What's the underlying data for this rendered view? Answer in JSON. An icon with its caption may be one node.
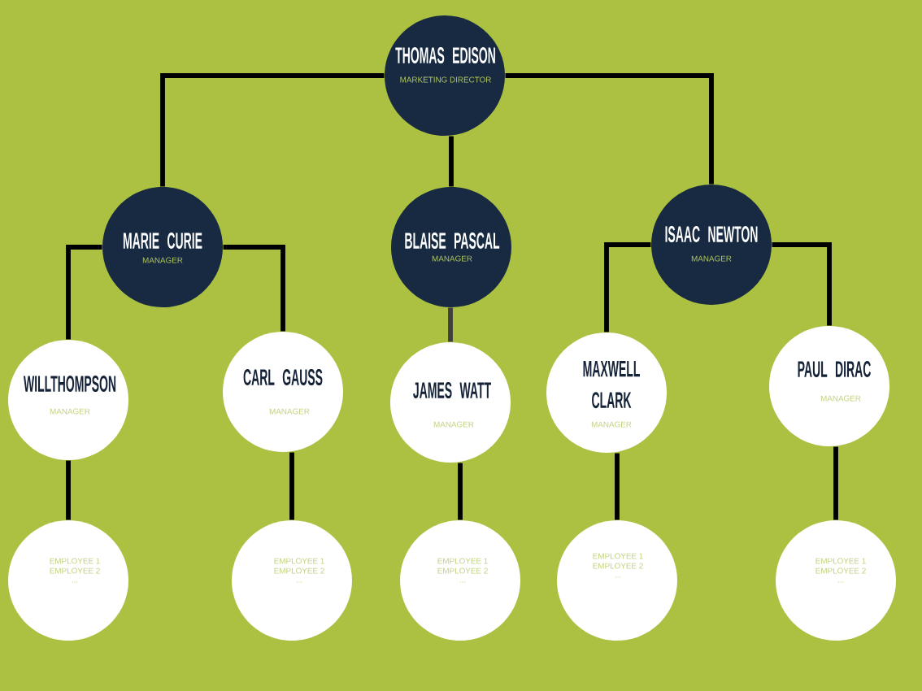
{
  "diagram": {
    "nodes": [
      {
        "text": [
          "THOMAS EDISON",
          "MARKETING DIRECTOR"
        ]
      },
      {
        "text": [
          "MARIE CURIE",
          "MANAGER"
        ]
      },
      {
        "text": [
          "BLAISE PASCAL",
          "MANAGER"
        ]
      },
      {
        "text": [
          "ISAAC NEWTON",
          "MANAGER"
        ]
      },
      {
        "text": [
          "WILLTHOMPSON",
          "MANAGER"
        ]
      },
      {
        "text": [
          "CARL GAUSS",
          "MANAGER"
        ]
      },
      {
        "text": [
          "JAMES WATT",
          "MANAGER"
        ]
      },
      {
        "text": [
          "MAXWELL CLARK",
          "MANAGER"
        ]
      },
      {
        "text": [
          "PAUL DIRAC",
          "MANAGER"
        ]
      },
      {
        "text": [
          "EMPLOYEE 1",
          "EMPLOYEE 2",
          "..."
        ]
      },
      {
        "text": [
          "EMPLOYEE 1",
          "EMPLOYEE 2",
          "..."
        ]
      },
      {
        "text": [
          "EMPLOYEE 1",
          "EMPLOYEE 2",
          "..."
        ]
      },
      {
        "text": [
          "EMPLOYEE 1",
          "EMPLOYEE 2",
          "..."
        ]
      },
      {
        "text": [
          "EMPLOYEE 1",
          "EMPLOYEE 2",
          "..."
        ]
      }
    ],
    "edges": [
      {
        "from": 0,
        "to": 1,
        "arrow": "none"
      },
      {
        "from": 0,
        "to": 2,
        "arrow": "none"
      },
      {
        "from": 0,
        "to": 3,
        "arrow": "none"
      },
      {
        "from": 1,
        "to": 4,
        "arrow": "none"
      },
      {
        "from": 1,
        "to": 5,
        "arrow": "none"
      },
      {
        "from": 2,
        "to": 6,
        "arrow": "none",
        "color": "#404040"
      },
      {
        "from": 3,
        "to": 7,
        "arrow": "none"
      },
      {
        "from": 3,
        "to": 8,
        "arrow": "none"
      },
      {
        "from": 4,
        "to": 9,
        "arrow": "none"
      },
      {
        "from": 5,
        "to": 10,
        "arrow": "none"
      },
      {
        "from": 6,
        "to": 11,
        "arrow": "none"
      },
      {
        "from": 7,
        "to": 12,
        "arrow": "none"
      },
      {
        "from": 8,
        "to": 13,
        "arrow": "none"
      }
    ]
  }
}
